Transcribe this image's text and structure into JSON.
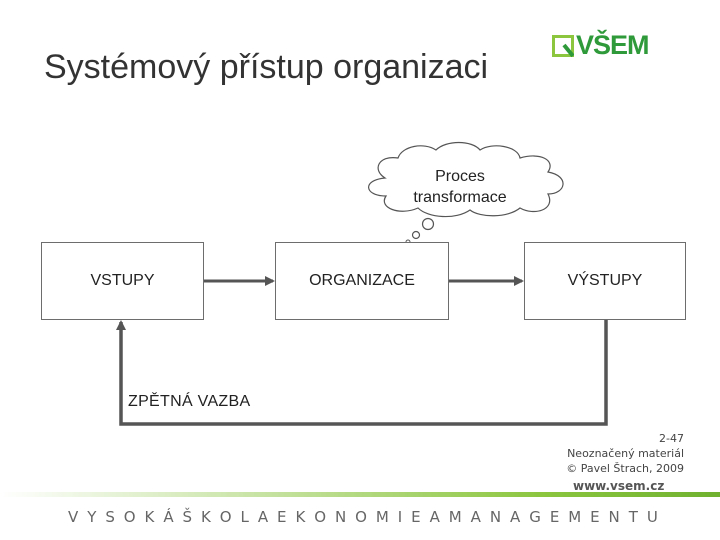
{
  "title": "Systémový přístup organizaci",
  "logo": {
    "text": "VŠEM",
    "brand_color": "#2e9a3a"
  },
  "diagram": {
    "cloud_label_line1": "Proces",
    "cloud_label_line2": "transformace",
    "box_inputs": "VSTUPY",
    "box_organization": "ORGANIZACE",
    "box_outputs": "VÝSTUPY",
    "feedback_label": "ZPĚTNÁ VAZBA"
  },
  "footer": {
    "slide_number": "2-47",
    "note": "Neoznačený materiál",
    "copyright": "© Pavel Štrach, 2009",
    "url": "www.vsem.cz",
    "school_letters": [
      "V",
      "Y",
      "S",
      "O",
      "K",
      "Á",
      "Š",
      "K",
      "O",
      "L",
      "A",
      "E",
      "K",
      "O",
      "N",
      "O",
      "M",
      "I",
      "E",
      "A",
      "M",
      "A",
      "N",
      "A",
      "G",
      "E",
      "M",
      "E",
      "N",
      "T",
      "U"
    ]
  },
  "colors": {
    "accent_green": "#8cc63f",
    "line": "#555555"
  }
}
